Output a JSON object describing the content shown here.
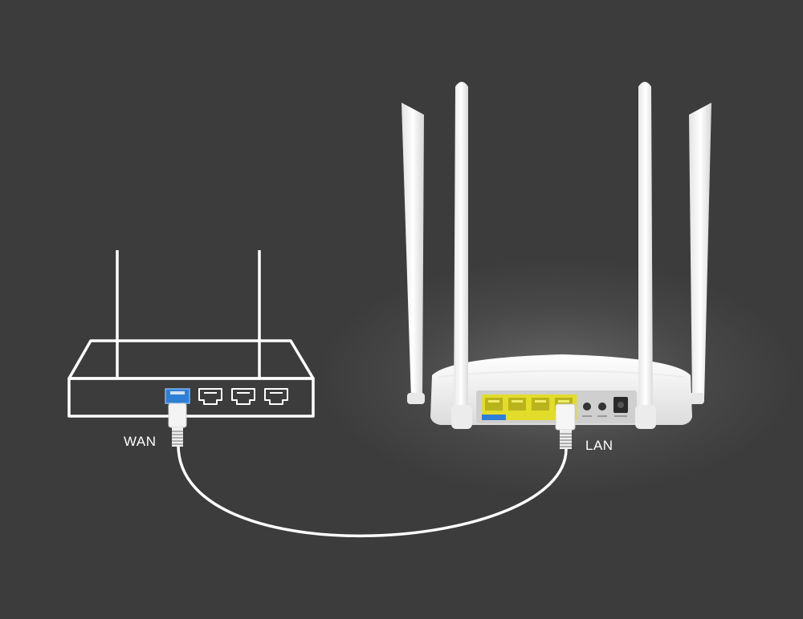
{
  "labels": {
    "wan": "WAN",
    "lan": "LAN"
  },
  "colors": {
    "background": "#3c3c3c",
    "line": "#ffffff",
    "wan_port": "#2f7fd6",
    "lan_port": "#f2ee3c"
  },
  "icons": {
    "modem": "modem-icon",
    "router": "router-icon",
    "cable": "ethernet-cable"
  }
}
